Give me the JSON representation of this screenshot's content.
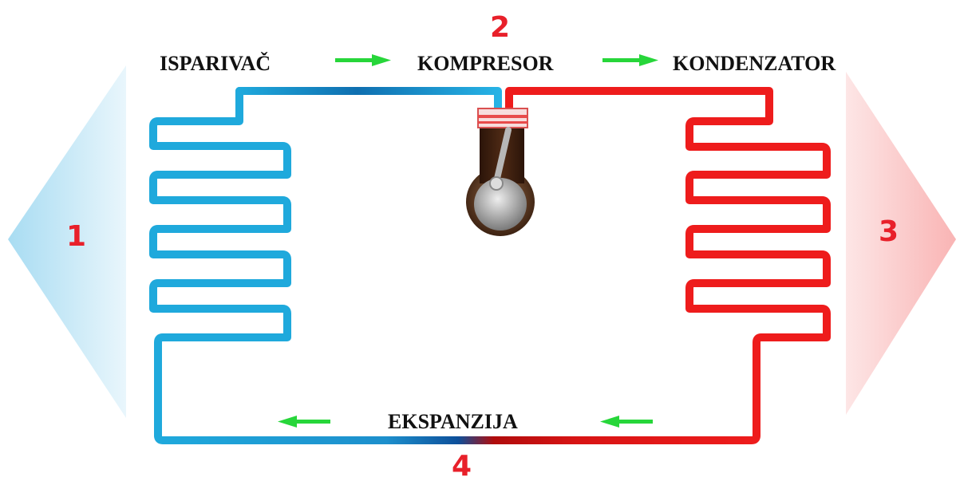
{
  "labels": {
    "evaporator": "ISPARIVAČ",
    "compressor": "KOMPRESOR",
    "condenser": "KONDENZATOR",
    "expansion": "EKSPANZIJA"
  },
  "numbers": {
    "n1": "1",
    "n2": "2",
    "n3": "3",
    "n4": "4"
  },
  "colors": {
    "cold": "#1fa9dc",
    "cold_dark": "#0f6fb0",
    "hot": "#ee1c1c",
    "hot_dark": "#b00c0c",
    "arrow": "#27d63a",
    "number": "#e8202a"
  }
}
